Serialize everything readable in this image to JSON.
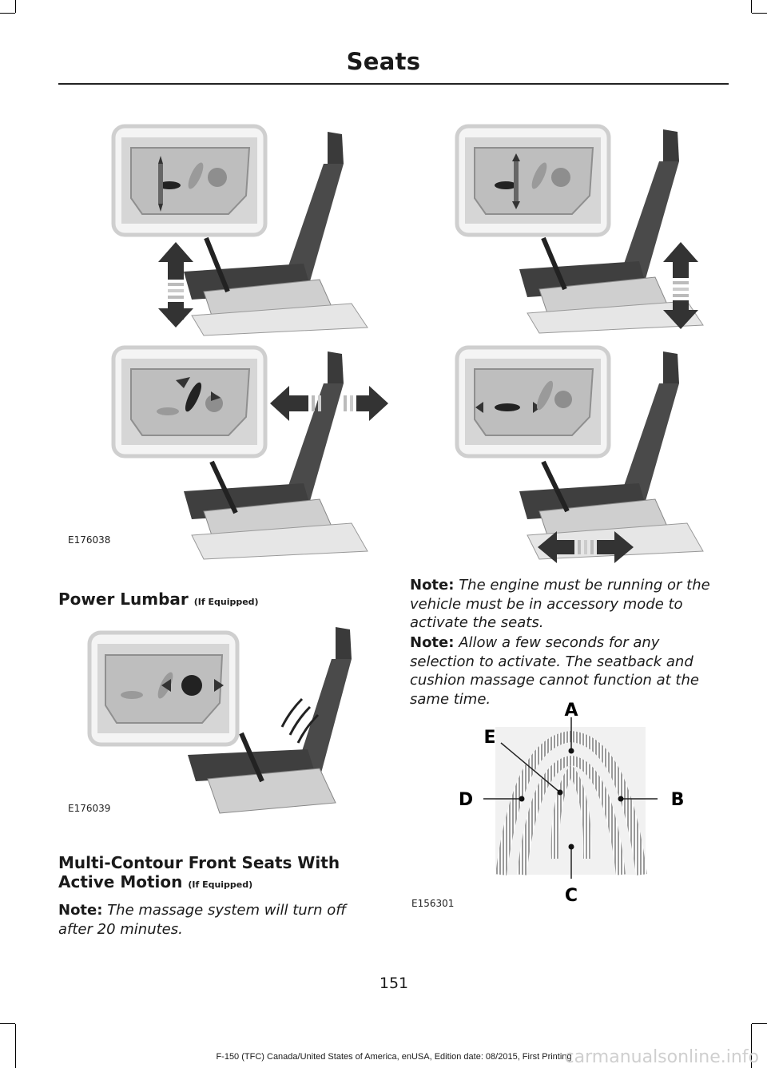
{
  "header": {
    "title": "Seats"
  },
  "figures": {
    "fig1_id": "E176038",
    "fig2_id": "E176039",
    "fig3_id": "E156301",
    "massage_zone_labels": {
      "a": "A",
      "b": "B",
      "c": "C",
      "d": "D",
      "e": "E"
    }
  },
  "sections": {
    "power_lumbar": {
      "title": "Power Lumbar",
      "qualifier": "(If Equipped)"
    },
    "multi_contour": {
      "title_line1": "Multi-Contour Front Seats With",
      "title_line2": "Active Motion",
      "qualifier": "(If Equipped)"
    }
  },
  "notes": {
    "note_label": "Note:",
    "massage_off": "The massage system will turn off after 20 minutes.",
    "engine_running": "The engine must be running or the vehicle must be in accessory mode to activate the seats.",
    "allow_seconds": "Allow a few seconds for any selection to activate. The seatback and cushion massage cannot function at the same time."
  },
  "footer": {
    "page_number": "151",
    "edition": "F-150 (TFC) Canada/United States of America, enUSA, Edition date: 08/2015, First Printing",
    "watermark": "carmanualsonline.info"
  }
}
